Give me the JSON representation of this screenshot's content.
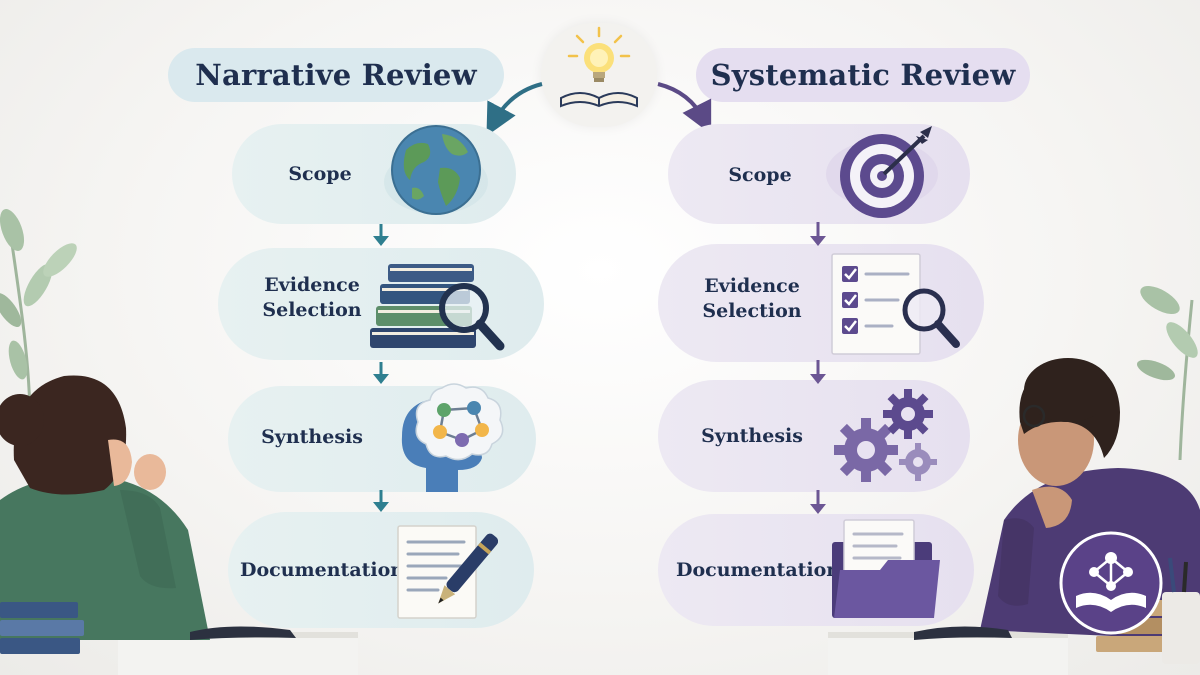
{
  "left": {
    "title": "Narrative Review",
    "steps": [
      {
        "label": "Scope",
        "icon": "globe-icon"
      },
      {
        "label": "Evidence Selection",
        "icon": "books-magnifier-icon"
      },
      {
        "label": "Synthesis",
        "icon": "mind-network-icon"
      },
      {
        "label": "Documentation",
        "icon": "paper-pen-icon"
      }
    ],
    "accent": "#2f7f90"
  },
  "right": {
    "title": "Systematic Review",
    "steps": [
      {
        "label": "Scope",
        "icon": "target-icon"
      },
      {
        "label": "Evidence Selection",
        "icon": "checklist-magnifier-icon"
      },
      {
        "label": "Synthesis",
        "icon": "gears-icon"
      },
      {
        "label": "Documentation",
        "icon": "folder-icon"
      }
    ],
    "accent": "#6c5694"
  },
  "center_icon": "lightbulb-book-icon",
  "logo_icon": "network-book-logo-icon"
}
